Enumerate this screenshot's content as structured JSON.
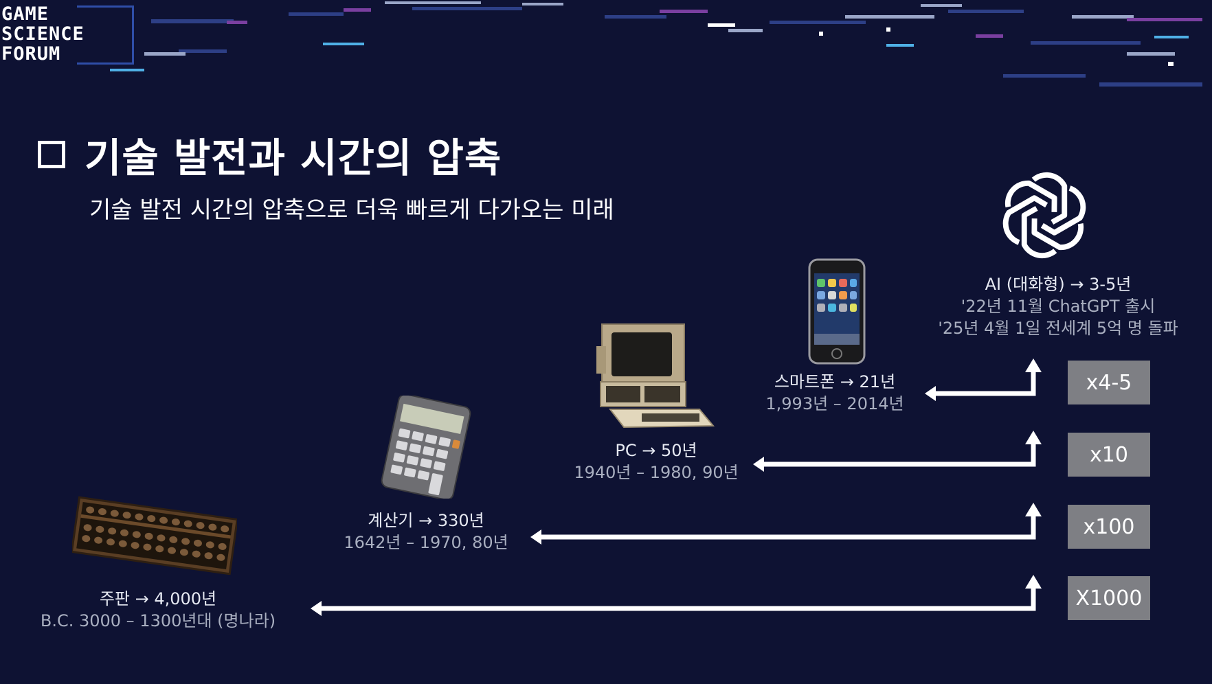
{
  "logo": {
    "text": "GAME\nSCIENCE\nFORUM"
  },
  "slide": {
    "title": "기술 발전과 시간의 압축",
    "subtitle": "기술 발전 시간의 압축으로 더욱 빠르게 다가오는 미래"
  },
  "items": {
    "abacus": {
      "line1": "주판 → 4,000년",
      "line2": "B.C. 3000 – 1300년대 (명나라)"
    },
    "calculator": {
      "line1": "계산기 → 330년",
      "line2": "1642년 – 1970, 80년"
    },
    "pc": {
      "line1": "PC → 50년",
      "line2": "1940년 – 1980, 90년"
    },
    "smartphone": {
      "line1": "스마트폰 → 21년",
      "line2": "1,993년 – 2014년"
    },
    "ai": {
      "line1": "AI (대화형) → 3-5년",
      "line2": "'22년 11월 ChatGPT 출시",
      "line3": "'25년 4월 1일 전세계 5억 명 돌파"
    }
  },
  "multipliers": [
    "x4-5",
    "x10",
    "x100",
    "X1000"
  ],
  "icons": [
    "openai-logo-icon",
    "abacus-image",
    "calculator-image",
    "apple-ii-pc-image",
    "iphone-image"
  ],
  "colors": {
    "background": "#0e1233",
    "multiplier_box": "#7e7f84",
    "arrow": "#ffffff"
  }
}
